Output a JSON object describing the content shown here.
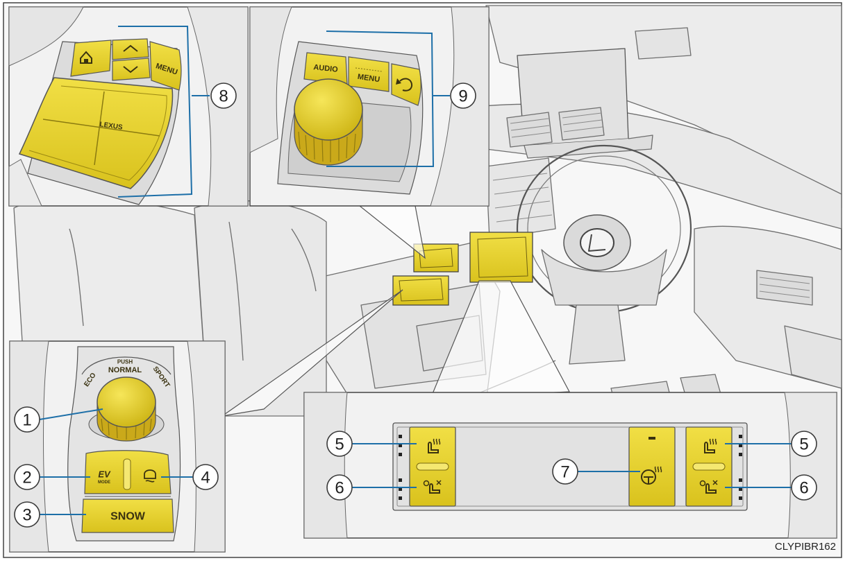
{
  "image_code": "CLYPIBR162",
  "colors": {
    "highlight": "#e7d230",
    "highlight_dark": "#b9a214",
    "line": "#1d6fa8",
    "outline": "#3a3a3a",
    "panel": "#f3f3f3"
  },
  "callouts": {
    "c1": "1",
    "c2": "2",
    "c3": "3",
    "c4": "4",
    "c5_left": "5",
    "c5_right": "5",
    "c6_left": "6",
    "c6_right": "6",
    "c7": "7",
    "c8": "8",
    "c9": "9"
  },
  "touchpad_inset": {
    "home_icon": "home-icon",
    "up_icon": "chevron-up-icon",
    "down_icon": "chevron-down-icon",
    "menu_label": "MENU",
    "pad_logo": "LEXUS"
  },
  "audio_inset": {
    "audio_label": "AUDIO",
    "menu_label": "MENU",
    "back_icon": "back-arrow-icon"
  },
  "drive_mode_inset": {
    "eco_label": "ECO",
    "push_label": "PUSH",
    "normal_label": "NORMAL",
    "sport_label": "SPORT",
    "ev_label": "EV",
    "ev_sub_label": "MODE",
    "snow_label": "SNOW"
  }
}
